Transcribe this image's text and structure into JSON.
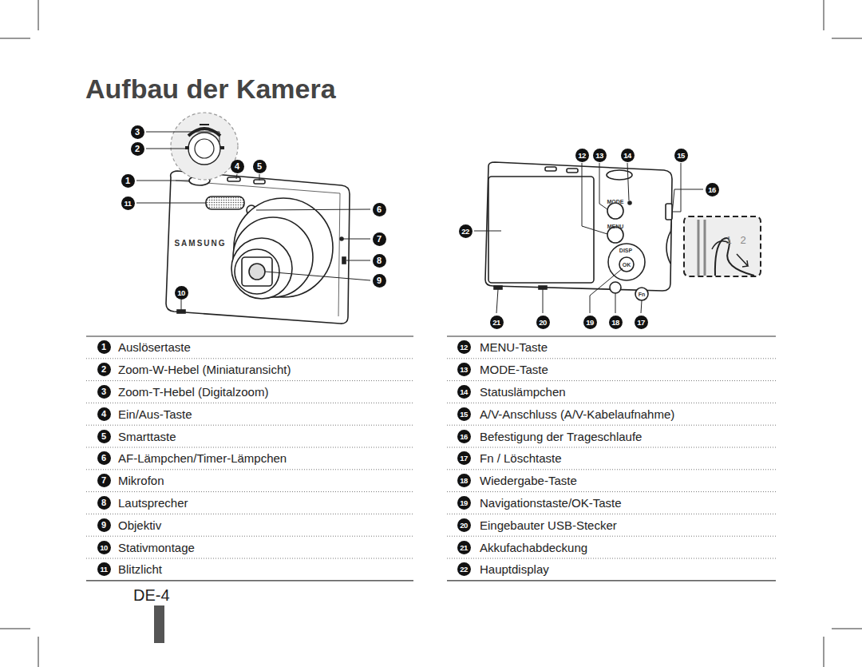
{
  "diagram": {
    "title": "Aufbau der Kamera",
    "labels": [
      "3",
      "2",
      "4",
      "5",
      "1",
      "11",
      "6",
      "7",
      "8",
      "9",
      "10",
      "SAMSUNG",
      "12",
      "13",
      "14",
      "15",
      "16",
      "22",
      "21",
      "20",
      "19",
      "18",
      "17",
      "MODE",
      "MENU",
      "DISP",
      "OK",
      "Fn",
      "1",
      "2",
      "1",
      "Auslösertaste",
      "2",
      "Zoom-W-Hebel (Miniaturansicht)",
      "3",
      "Zoom-T-Hebel (Digitalzoom)",
      "4",
      "Ein/Aus-Taste",
      "5",
      "Smarttaste",
      "6",
      "AF-Lämpchen/Timer-Lämpchen",
      "7",
      "Mikrofon",
      "8",
      "Lautsprecher",
      "9",
      "Objektiv",
      "10",
      "Stativmontage",
      "11",
      "Blitzlicht",
      "12",
      "MENU-Taste",
      "13",
      "MODE-Taste",
      "14",
      "Statuslämpchen",
      "15",
      "A/V-Anschluss (A/V-Kabelaufnahme)",
      "16",
      "Befestigung der Trageschlaufe",
      "17",
      "Fn / Löschtaste",
      "18",
      "Wiedergabe-Taste",
      "19",
      "Navigationstaste/OK-Taste",
      "20",
      "Eingebauter USB-Stecker",
      "21",
      "Akkufachabdeckung",
      "22",
      "Hauptdisplay",
      "DE-4"
    ]
  }
}
